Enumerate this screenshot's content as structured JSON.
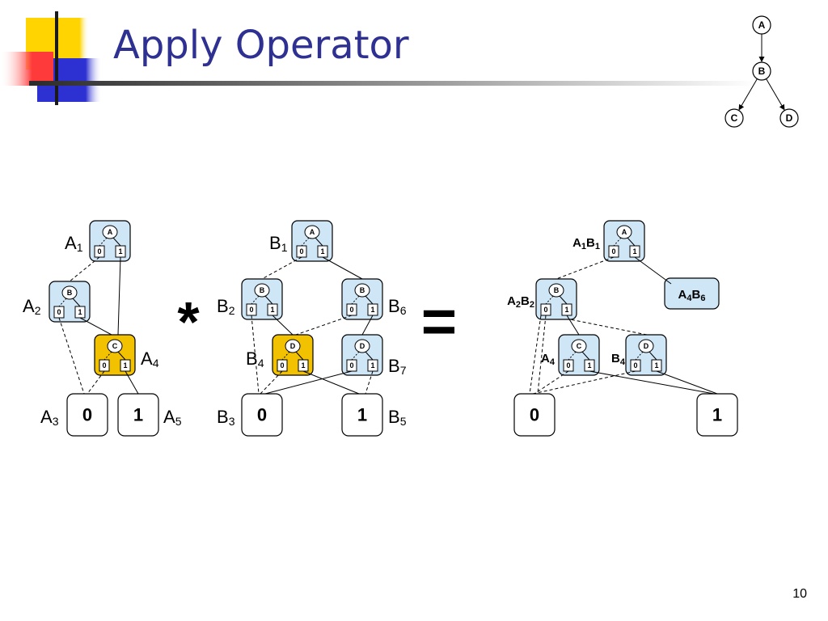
{
  "slide": {
    "title": "Apply Operator",
    "page_number": "10"
  },
  "colors": {
    "title": "#2e3192",
    "node_fill": "#cfe6f7",
    "highlight_fill": "#f2c200",
    "node_stroke": "#000000",
    "deco_yellow": "#ffd400",
    "deco_blue": "#2e31d2",
    "deco_red": "#ff3a3a"
  },
  "diagram": {
    "ordering": {
      "nodes": [
        "A",
        "B",
        "C",
        "D"
      ],
      "edges": [
        [
          "A",
          "B"
        ],
        [
          "B",
          "C"
        ],
        [
          "B",
          "D"
        ]
      ]
    },
    "operator": "*",
    "equals": "=",
    "terminals": {
      "zero": "0",
      "one": "1"
    },
    "branch_labels": {
      "low": "0",
      "high": "1"
    },
    "diagram_a": {
      "nodes": [
        {
          "id": "A1",
          "var": "A",
          "base": "A",
          "sub": "1",
          "highlight": false
        },
        {
          "id": "A2",
          "var": "B",
          "base": "A",
          "sub": "2",
          "highlight": false
        },
        {
          "id": "A4",
          "var": "C",
          "base": "A",
          "sub": "4",
          "highlight": true
        }
      ],
      "terminal_labels": [
        {
          "value": "0",
          "base": "A",
          "sub": "3"
        },
        {
          "value": "1",
          "base": "A",
          "sub": "5"
        }
      ]
    },
    "diagram_b": {
      "nodes": [
        {
          "id": "B1",
          "var": "A",
          "base": "B",
          "sub": "1",
          "highlight": false
        },
        {
          "id": "B2",
          "var": "B",
          "base": "B",
          "sub": "2",
          "highlight": false
        },
        {
          "id": "B6",
          "var": "B",
          "base": "B",
          "sub": "6",
          "highlight": false
        },
        {
          "id": "B4",
          "var": "D",
          "base": "B",
          "sub": "4",
          "highlight": true
        },
        {
          "id": "B7",
          "var": "D",
          "base": "B",
          "sub": "7",
          "highlight": false
        }
      ],
      "terminal_labels": [
        {
          "value": "0",
          "base": "B",
          "sub": "3"
        },
        {
          "value": "1",
          "base": "B",
          "sub": "5"
        }
      ]
    },
    "result": {
      "nodes": [
        {
          "id": "R1",
          "var": "A",
          "label": [
            [
              "A",
              "1"
            ],
            [
              "B",
              "1"
            ]
          ]
        },
        {
          "id": "R2",
          "var": "B",
          "label": [
            [
              "A",
              "2"
            ],
            [
              "B",
              "2"
            ]
          ]
        },
        {
          "id": "R3",
          "var": "C",
          "label": [
            [
              "A",
              "4"
            ]
          ]
        },
        {
          "id": "R4",
          "var": "D",
          "label": [
            [
              "B",
              "4"
            ]
          ]
        }
      ],
      "pending": {
        "id": "R5",
        "label": [
          [
            "A",
            "4"
          ],
          [
            "B",
            "6"
          ]
        ]
      }
    }
  }
}
